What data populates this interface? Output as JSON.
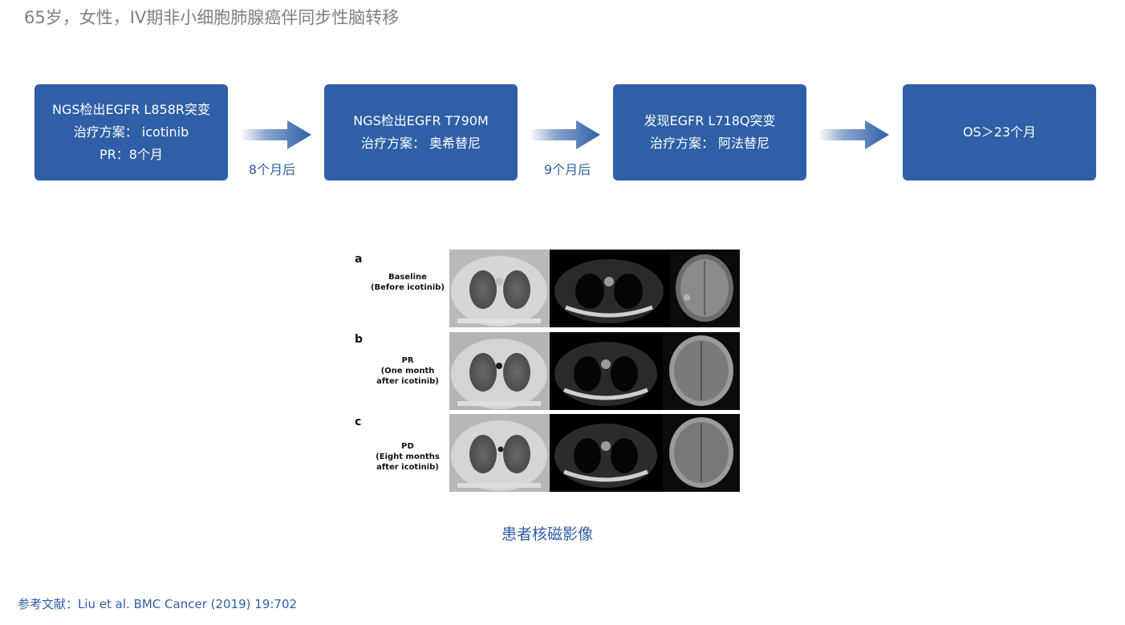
{
  "title": "65岁，女性，IV期非小细胞肺腺癌伴同步性脑转移",
  "timeline": {
    "steps": [
      {
        "lines": [
          "NGS检出EGFR L858R突变",
          "治疗方案： icotinib",
          "PR：8个月"
        ]
      },
      {
        "lines": [
          "NGS检出EGFR T790M",
          "治疗方案： 奥希替尼"
        ]
      },
      {
        "lines": [
          "发现EGFR L718Q突变",
          "治疗方案： 阿法替尼"
        ]
      },
      {
        "lines": [
          "OS＞23个月"
        ]
      }
    ],
    "intervals": [
      "8个月后",
      "9个月后",
      ""
    ]
  },
  "figure": {
    "panels": [
      {
        "letter": "a",
        "desc": [
          "Baseline",
          "(Before icotinib)"
        ]
      },
      {
        "letter": "b",
        "desc": [
          "PR",
          "(One month",
          "after icotinib)"
        ]
      },
      {
        "letter": "c",
        "desc": [
          "PD",
          "(Eight months",
          "after icotinib)"
        ]
      }
    ],
    "caption": "患者核磁影像"
  },
  "reference": "参考文献：Liu et al. BMC Cancer (2019) 19:702",
  "colors": {
    "accent": "#2f5fa6",
    "title": "#7f7f7f"
  }
}
